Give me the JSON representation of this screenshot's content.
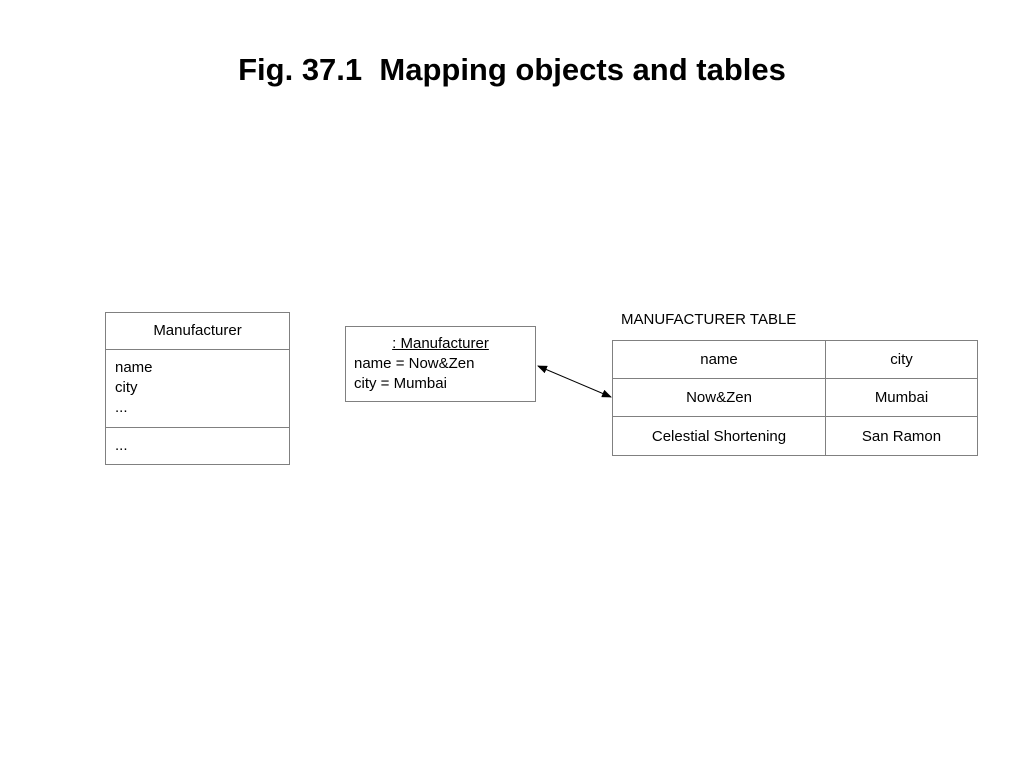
{
  "title": "Fig. 37.1  Mapping objects and tables",
  "class_box": {
    "name": "Manufacturer",
    "attributes": [
      "name",
      "city",
      "..."
    ],
    "operations": [
      "..."
    ]
  },
  "object_box": {
    "name": ": Manufacturer",
    "attributes": [
      "name = Now&Zen",
      "city = Mumbai"
    ]
  },
  "table": {
    "caption": "MANUFACTURER TABLE",
    "headers": [
      "name",
      "city"
    ],
    "rows": [
      [
        "Now&Zen",
        "Mumbai"
      ],
      [
        "Celestial Shortening",
        "San Ramon"
      ]
    ]
  }
}
